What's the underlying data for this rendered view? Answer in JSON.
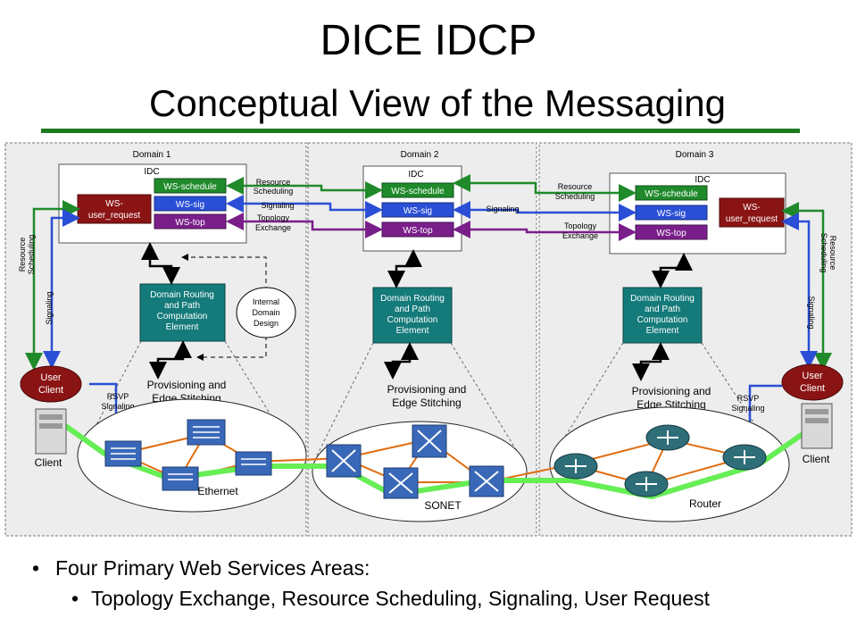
{
  "slide": {
    "title": "DICE IDCP",
    "subtitle": "Conceptual View of the Messaging"
  },
  "diagram": {
    "domains": [
      "Domain 1",
      "Domain 2",
      "Domain 3"
    ],
    "idc_label": "IDC",
    "ws": {
      "schedule": "WS-schedule",
      "sig": "WS-sig",
      "top": "WS-top",
      "user_request_1": "WS-",
      "user_request_2": "user_request"
    },
    "flows": {
      "resource_1": "Resource",
      "resource_2": "Scheduling",
      "signaling": "Signaling",
      "topology_1": "Topology",
      "topology_2": "Exchange",
      "rsvp_1": "RSVP",
      "rsvp_2": "Signaling"
    },
    "pce": [
      "Domain Routing",
      "and Path",
      "Computation",
      "Element"
    ],
    "internal": [
      "Internal",
      "Domain",
      "Design"
    ],
    "provisioning": [
      "Provisioning and",
      "Edge Stitching"
    ],
    "user_client": [
      "User",
      "Client"
    ],
    "client": "Client",
    "networks": [
      "Ethernet",
      "SONET",
      "Router"
    ],
    "colors": {
      "schedule": "#1f8a2a",
      "sig": "#2a4fd6",
      "top": "#7a1f8a",
      "user_request": "#8a1414",
      "pce": "#157a7a",
      "path": "#66ee55",
      "link": "#e06d10"
    }
  },
  "bullets": {
    "level1": "Four Primary Web Services Areas:",
    "level2": "Topology Exchange, Resource Scheduling, Signaling, User Request"
  }
}
